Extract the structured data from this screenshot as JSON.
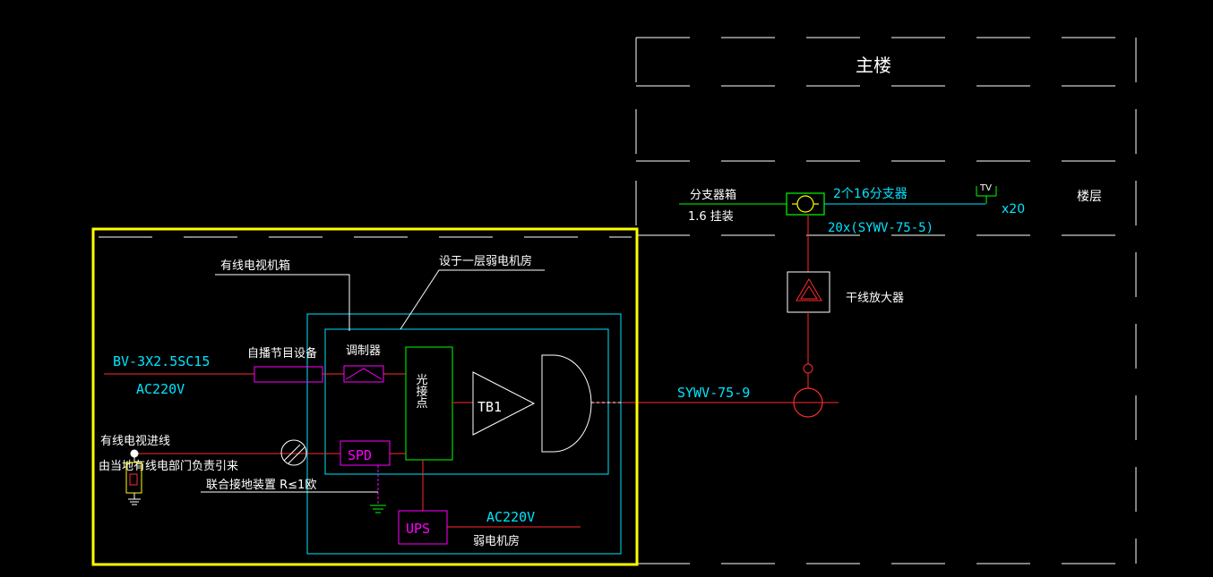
{
  "colors": {
    "background": "#000000",
    "white": "#ffffff",
    "cyan": "#00e5ff",
    "green": "#00ff00",
    "red": "#ff2a2a",
    "magenta": "#ff00ff",
    "yellow": "#ffff00",
    "text_white": "#ffffff"
  },
  "building": {
    "title": "主楼",
    "floor_label": "楼层"
  },
  "splitter": {
    "box_label": "分支器箱",
    "mount_label": "1.6 挂装",
    "splitter_label": "2个16分支器",
    "cable_label": "20x(SYWV-75-5)",
    "tv_label": "TV",
    "tv_count": "x20"
  },
  "amplifier": {
    "label": "干线放大器"
  },
  "trunk": {
    "cable_label": "SYWV-75-9"
  },
  "cabinet": {
    "title": "有线电视机箱",
    "location": "设于一层弱电机房",
    "power_cable": "BV-3X2.5SC15",
    "power_voltage": "AC220V",
    "program_equipment": "自播节目设备",
    "modulator": "调制器",
    "optical_node": "光接点",
    "tb_label": "TB1",
    "spd_label": "SPD",
    "ups_label": "UPS",
    "ups_voltage": "AC220V",
    "ups_room": "弱电机房",
    "incoming_line": "有线电视进线",
    "incoming_source": "由当地有线电部门负责引来",
    "grounding": "联合接地装置 R≤1欧"
  }
}
